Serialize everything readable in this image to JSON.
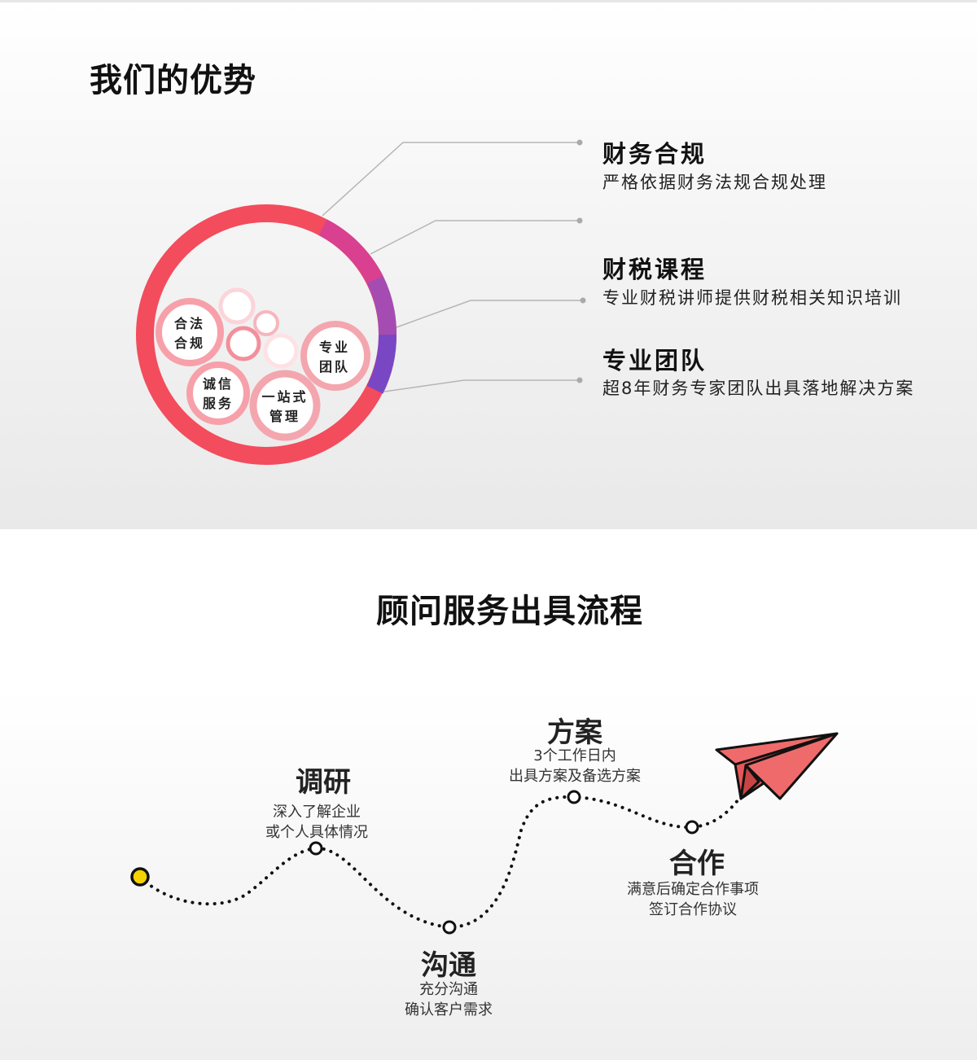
{
  "advantages": {
    "title": "我们的优势",
    "items": [
      {
        "title": "财务合规",
        "desc": "严格依据财务法规合规处理"
      },
      {
        "title": "财税课程",
        "desc": "专业财税讲师提供财税相关知识培训"
      },
      {
        "title": "专业团队",
        "desc": "超8年财务专家团队出具落地解决方案"
      }
    ],
    "circles": [
      {
        "line1": "合法",
        "line2": "合规"
      },
      {
        "line1": "诚信",
        "line2": "服务"
      },
      {
        "line1": "一站式",
        "line2": "管理"
      },
      {
        "line1": "专业",
        "line2": "团队"
      }
    ]
  },
  "process": {
    "title": "顾问服务出具流程",
    "steps": [
      {
        "title": "调研",
        "desc1": "深入了解企业",
        "desc2": "或个人具体情况"
      },
      {
        "title": "沟通",
        "desc1": "充分沟通",
        "desc2": "确认客户需求"
      },
      {
        "title": "方案",
        "desc1": "3个工作日内",
        "desc2": "出具方案及备选方案"
      },
      {
        "title": "合作",
        "desc1": "满意后确定合作事项",
        "desc2": "签订合作协议"
      }
    ]
  },
  "colors": {
    "ring_main": "#f34c5d",
    "ring_magenta": "#d9408f",
    "ring_violet": "#a54cb2",
    "ring_purple": "#7a47c4",
    "bubble": "#f7a0aa",
    "start_dot": "#f5d200",
    "plane": "#ef6b6b"
  }
}
